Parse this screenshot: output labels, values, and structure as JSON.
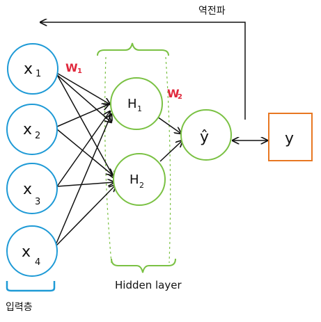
{
  "diagram": {
    "colors": {
      "input_node": "#1e9ad6",
      "hidden_node": "#7ac143",
      "output_box": "#e87722",
      "weight_text": "#e0283c",
      "arrow": "#111111",
      "bracket_blue": "#1e9ad6",
      "bracket_green": "#7ac143"
    },
    "input_nodes": [
      {
        "label": "x",
        "sub": "1"
      },
      {
        "label": "x",
        "sub": "2"
      },
      {
        "label": "x",
        "sub": "3"
      },
      {
        "label": "x",
        "sub": "4"
      }
    ],
    "hidden_nodes": [
      {
        "label": "H",
        "sub": "1"
      },
      {
        "label": "H",
        "sub": "2"
      }
    ],
    "output_node": {
      "label": "ŷ"
    },
    "target": {
      "label": "y"
    },
    "weights": {
      "w1": {
        "label": "W",
        "sub": "1"
      },
      "w2": {
        "label": "W",
        "sub": "2"
      }
    },
    "captions": {
      "hidden_layer": "Hidden layer",
      "input_layer": "입력층",
      "backprop": "역전파"
    }
  }
}
